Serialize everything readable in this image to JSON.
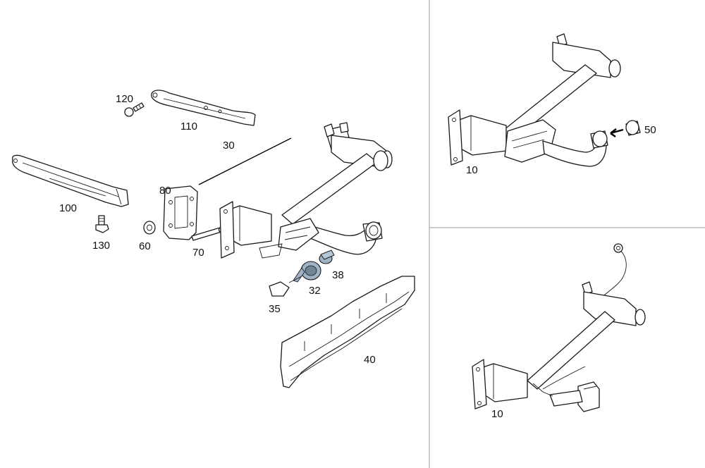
{
  "colors": {
    "line": "#1a1a1a",
    "divider": "#999999",
    "highlight": "#9fb3c6",
    "highlight_dark": "#6f8496",
    "background": "#ffffff"
  },
  "main_view": {
    "callouts": {
      "c120": "120",
      "c110": "110",
      "c30": "30",
      "c100": "100",
      "c80": "80",
      "c130": "130",
      "c60": "60",
      "c70": "70",
      "c38": "38",
      "c32": "32",
      "c35": "35",
      "c40": "40"
    }
  },
  "top_right_view": {
    "callouts": {
      "c10": "10",
      "c50": "50"
    }
  },
  "bottom_right_view": {
    "callouts": {
      "c10": "10"
    }
  }
}
